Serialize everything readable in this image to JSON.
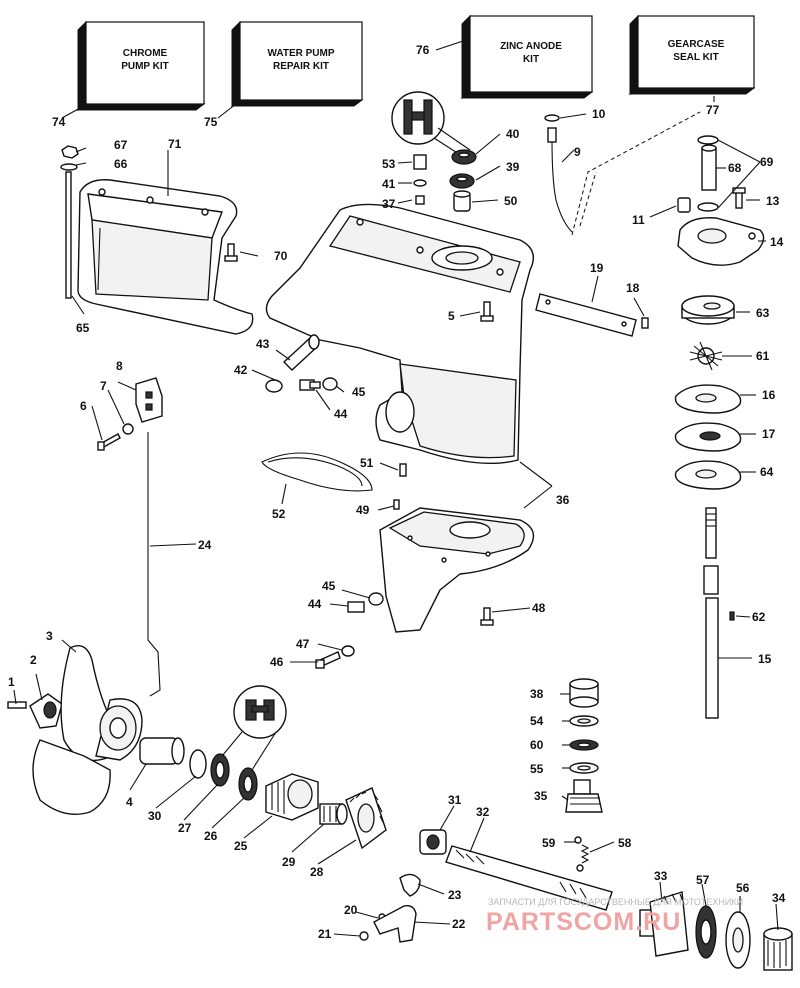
{
  "kits": [
    {
      "id": "chrome-pump-kit",
      "line1": "CHROME",
      "line2": "PUMP KIT",
      "number": "74"
    },
    {
      "id": "water-pump-repair-kit",
      "line1": "WATER PUMP",
      "line2": "REPAIR KIT",
      "number": "75"
    },
    {
      "id": "zinc-anode-kit",
      "line1": "ZINC ANODE",
      "line2": "KIT",
      "number": "76"
    },
    {
      "id": "gearcase-seal-kit",
      "line1": "GEARCASE",
      "line2": "SEAL KIT",
      "number": "77"
    }
  ],
  "callouts": [
    "1",
    "2",
    "3",
    "4",
    "5",
    "6",
    "7",
    "8",
    "9",
    "10",
    "11",
    "13",
    "14",
    "15",
    "16",
    "17",
    "18",
    "19",
    "20",
    "21",
    "22",
    "23",
    "24",
    "25",
    "26",
    "27",
    "28",
    "29",
    "30",
    "31",
    "32",
    "33",
    "34",
    "35",
    "36",
    "37",
    "38",
    "39",
    "40",
    "41",
    "42",
    "43",
    "44",
    "45",
    "46",
    "47",
    "48",
    "49",
    "50",
    "51",
    "52",
    "53",
    "54",
    "55",
    "56",
    "57",
    "58",
    "59",
    "60",
    "61",
    "62",
    "63",
    "64",
    "65",
    "66",
    "67",
    "68",
    "69",
    "70",
    "71"
  ],
  "watermark": {
    "caption": "ЗАПЧАСТИ ДЛЯ ГОСУДАРСТВЕННЫЕ ДЛЯ МОТОТЕХНИКИ",
    "logo": "PARTSCOM.RU"
  }
}
